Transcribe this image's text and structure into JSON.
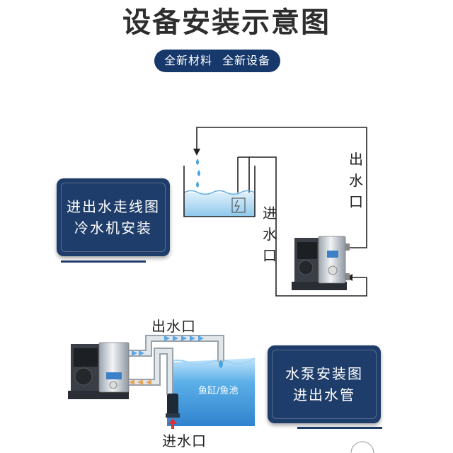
{
  "header": {
    "title": "设备安装示意图",
    "tags": [
      "全新材料",
      "全新设备"
    ]
  },
  "diagram_top": {
    "card_lines": [
      "进出水走线图",
      "冷水机安装"
    ],
    "outlet_label": [
      "出",
      "水",
      "口"
    ],
    "inlet_label": [
      "进",
      "水",
      "口"
    ]
  },
  "diagram_bottom": {
    "outlet_label": "出水口",
    "inlet_label": "进水口",
    "tank_label": "鱼缸/鱼池",
    "card_lines": [
      "水泵安装图",
      "进出水管"
    ]
  },
  "colors": {
    "navy": "#1f3d6a",
    "water_blue": "#6fb6e6",
    "pipe_gray": "#c7cdd3",
    "flow_arrow_blue": "#5aa7e8",
    "flow_arrow_orange": "#e8a45a",
    "inlet_arrow_red": "#d6333a"
  }
}
